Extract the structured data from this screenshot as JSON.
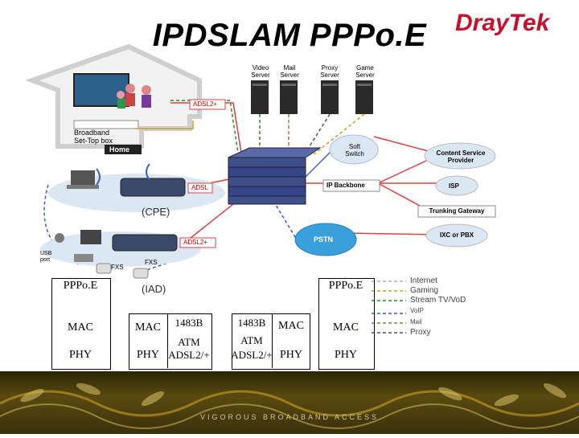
{
  "title": "IPDSLAM PPPo.E",
  "logo": {
    "part1": "Dray",
    "part2": "Tek"
  },
  "servers": [
    "Video Server",
    "Mail Server",
    "Proxy Server",
    "Game Server"
  ],
  "home": {
    "stb_label_1": "Broadband",
    "stb_label_2": "Set-Top box",
    "home_label": "Home"
  },
  "links": {
    "adsl2_top": "ADSL2+",
    "adsl_mid": "ADSL",
    "adsl2_bot": "ADSL2+"
  },
  "cpe_label": "(CPE)",
  "iad_label": "(IAD)",
  "usb_label_1": "USB",
  "usb_label_2": "port",
  "fxs_1": "FXS",
  "fxs_2": "FXS",
  "network": {
    "soft_switch_1": "Soft",
    "soft_switch_2": "Switch",
    "ip_backbone": "IP Backbone",
    "pstn": "PSTN",
    "content_provider_1": "Content Service",
    "content_provider_2": "Provider",
    "isp": "ISP",
    "trunking": "Trunking Gateway",
    "ixc": "IXC or PBX"
  },
  "legend": [
    {
      "label": "Internet",
      "color": "#b0b0b0"
    },
    {
      "label": "Gaming",
      "color": "#c9a227"
    },
    {
      "label": "Stream TV/VoD",
      "color": "#2d8a2d"
    },
    {
      "label": "VoIP",
      "color": "#3a5fcd"
    },
    {
      "label": "Mail",
      "color": "#9a7a3a"
    },
    {
      "label": "Proxy",
      "color": "#555555"
    }
  ],
  "stack_left": {
    "top": "PPPo.E",
    "mac": "MAC",
    "phy": "PHY"
  },
  "stack_cpe": {
    "mac": "MAC",
    "b1483": "1483B",
    "atm": "ATM",
    "phy": "PHY",
    "adsl": "ADSL2/+"
  },
  "stack_dslam": {
    "b1483": "1483B",
    "atm": "ATM",
    "adsl": "ADSL2/+",
    "mac": "MAC",
    "phy": "PHY"
  },
  "stack_right": {
    "top": "PPPo.E",
    "mac": "MAC",
    "phy": "PHY"
  },
  "footer": "VIGOROUS BROADBAND ACCESS"
}
